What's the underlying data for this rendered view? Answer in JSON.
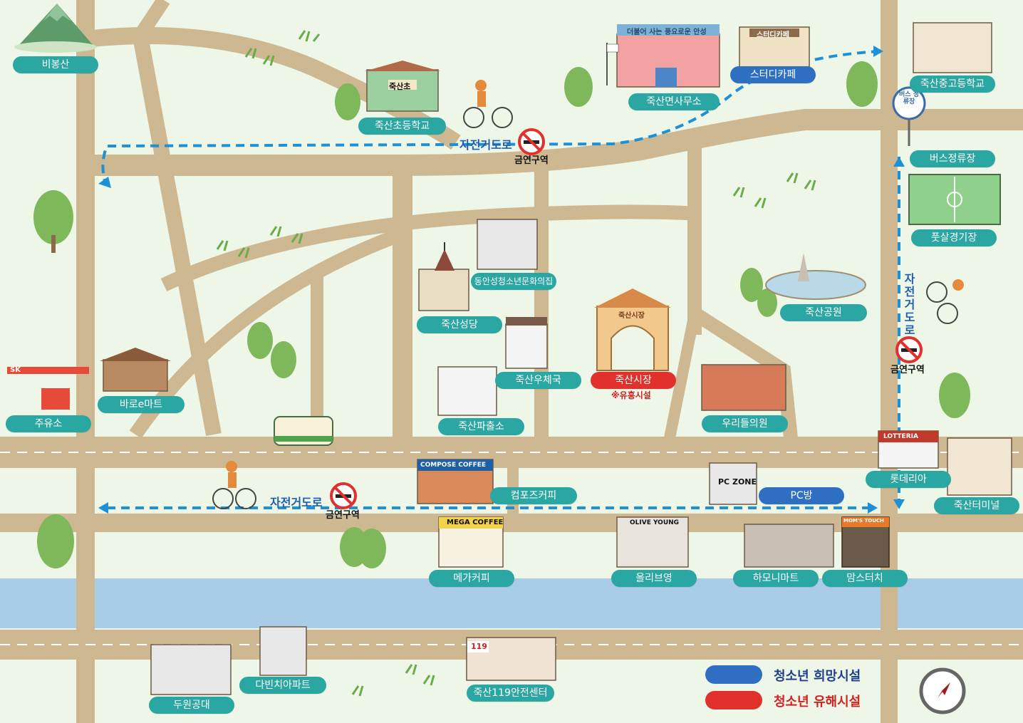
{
  "legend": {
    "hope": {
      "label": "청소년 희망시설",
      "color": "#2f6fc2"
    },
    "harm": {
      "label": "청소년 유해시설",
      "color": "#e0312d"
    }
  },
  "routes": {
    "bike_top": "자전거도로",
    "bike_bottom": "자전거도로",
    "bike_right": "자전거도로",
    "no_smoking": "금연구역",
    "harmful_note": "※유흥시설"
  },
  "places": {
    "bibongsan": "비봉산",
    "elem_school": "죽산초등학교",
    "office": "죽산면사무소",
    "study_cafe": "스터디카페",
    "high_school": "죽산중고등학교",
    "bus_stop": "버스정류장",
    "futsal": "풋살경기장",
    "youth_center": "동안성청소년문화의집",
    "church": "죽산성당",
    "park": "죽산공원",
    "post_office": "죽산우체국",
    "market": "죽산시장",
    "police": "죽산파출소",
    "gas_station": "주유소",
    "mart": "바로e마트",
    "clinic": "우리들의원",
    "lotteria": "롯데리아",
    "terminal": "죽산터미널",
    "compose": "컴포즈커피",
    "pc_room": "PC방",
    "mega": "메가커피",
    "olive": "올리브영",
    "harmony": "하모니마트",
    "moms": "맘스터치",
    "daebinchi": "다빈치아파트",
    "doowon": "두원공대",
    "fire": "죽산119안전센터"
  },
  "signs": {
    "school_sign": "죽산초",
    "office_sign": "더불어 사는 풍요로운 안성",
    "cafe_sign": "스터디카페",
    "market_sign": "죽산시장",
    "compose_sign": "COMPOSE COFFEE",
    "mega_sign": "MEGA COFFEE",
    "olive_sign": "OLIVE YOUNG",
    "pc_sign": "PC ZONE",
    "lotteria_sign": "LOTTERIA",
    "moms_sign": "MOM'S TOUCH",
    "fire_sign": "119",
    "bus_sign": "버스 정류장",
    "sk_sign": "SK"
  },
  "colors": {
    "background": "#eef6e8",
    "road": "#cdb892",
    "river": "#a9cde6",
    "bike_route": "#1e90d6",
    "tree": "#7fb85a"
  }
}
